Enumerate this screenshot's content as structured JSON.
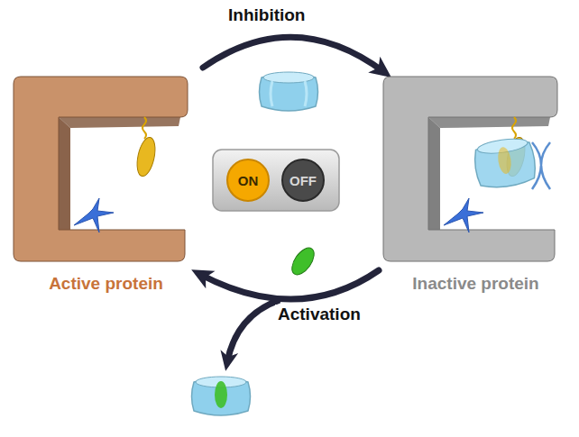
{
  "diagram": {
    "nodes": [
      {
        "text": [
          "Active protein"
        ]
      },
      {
        "text": [
          "Inactive protein"
        ]
      },
      {
        "text": [
          "ON"
        ]
      },
      {
        "text": [
          "OFF"
        ]
      }
    ],
    "edges": [
      {
        "from": 0,
        "to": 1,
        "arrow": "to",
        "label": "Inhibition"
      },
      {
        "from": 1,
        "to": 0,
        "arrow": "to",
        "label": "Activation"
      }
    ]
  }
}
